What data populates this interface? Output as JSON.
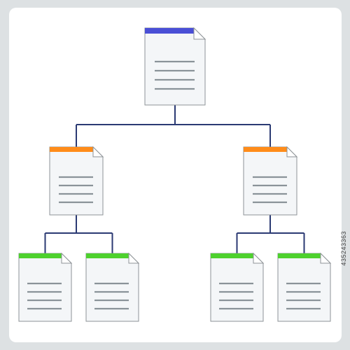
{
  "diagram": {
    "type": "document-hierarchy",
    "colors": {
      "connector": "#2b3a73",
      "page_fill": "#f4f6f8",
      "page_stroke": "#8e9397",
      "fold_fill": "#ffffff",
      "text_lines": "#8a9399",
      "root_accent": "#4a4fd6",
      "branch_accent": "#ff8c1a",
      "leaf_accent": "#4ed12e",
      "background": "#dde1e3"
    },
    "nodes": [
      {
        "id": "root",
        "level": "root",
        "accent": "root_accent",
        "icon": "document-icon"
      },
      {
        "id": "branch-left",
        "level": "branch",
        "parent": "root",
        "accent": "branch_accent",
        "icon": "document-icon"
      },
      {
        "id": "branch-right",
        "level": "branch",
        "parent": "root",
        "accent": "branch_accent",
        "icon": "document-icon"
      },
      {
        "id": "leaf-1",
        "level": "leaf",
        "parent": "branch-left",
        "accent": "leaf_accent",
        "icon": "document-icon"
      },
      {
        "id": "leaf-2",
        "level": "leaf",
        "parent": "branch-left",
        "accent": "leaf_accent",
        "icon": "document-icon"
      },
      {
        "id": "leaf-3",
        "level": "leaf",
        "parent": "branch-right",
        "accent": "leaf_accent",
        "icon": "document-icon"
      },
      {
        "id": "leaf-4",
        "level": "leaf",
        "parent": "branch-right",
        "accent": "leaf_accent",
        "icon": "document-icon"
      }
    ]
  },
  "watermark": {
    "stock_id": "435243363"
  }
}
